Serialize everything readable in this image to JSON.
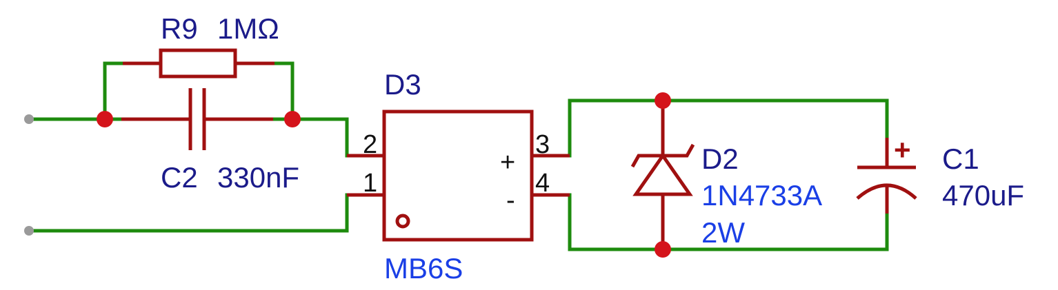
{
  "components": {
    "r9": {
      "ref": "R9",
      "value": "1MΩ"
    },
    "c2": {
      "ref": "C2",
      "value": "330nF"
    },
    "d3": {
      "ref": "D3",
      "value": "MB6S",
      "pins": {
        "p2": "2",
        "p1": "1",
        "p3": "3",
        "p4": "4"
      },
      "plus": "+",
      "minus": "-"
    },
    "d2": {
      "ref": "D2",
      "value": "1N4733A",
      "value2": "2W"
    },
    "c1": {
      "ref": "C1",
      "value": "470uF",
      "polarity": "+"
    }
  },
  "colors": {
    "wire": "#1e8b0e",
    "component": "#a01010",
    "junction": "#d4141b",
    "reference_text": "#1b1b8a",
    "value_text": "#1a3fe6",
    "pin_text": "#111111"
  }
}
